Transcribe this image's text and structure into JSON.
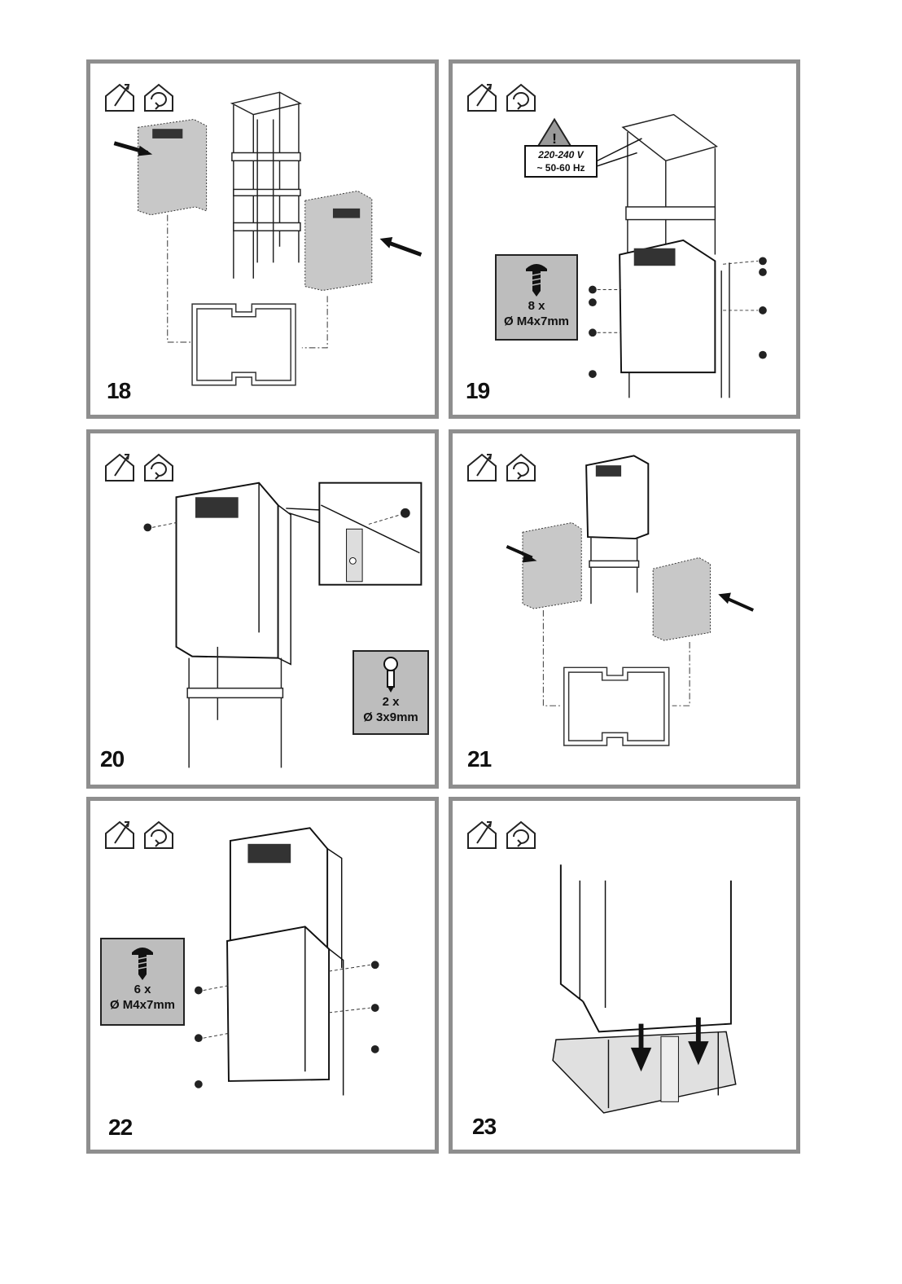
{
  "panels": [
    {
      "step": "18"
    },
    {
      "step": "19",
      "screws": {
        "qty": "8 x",
        "size": "Ø M4x7mm"
      },
      "warning": {
        "voltage": "220-240 V",
        "frequency": "~ 50-60 Hz"
      }
    },
    {
      "step": "20",
      "screws": {
        "qty": "2 x",
        "size": "Ø 3x9mm"
      }
    },
    {
      "step": "21"
    },
    {
      "step": "22",
      "screws": {
        "qty": "6 x",
        "size": "Ø M4x7mm"
      }
    },
    {
      "step": "23"
    }
  ],
  "icons": [
    "ducted-extraction-icon",
    "recirculation-icon",
    "screw-icon",
    "warning-triangle-icon",
    "arrow-icon"
  ],
  "colors": {
    "frame": "#8e8e8e",
    "panel_fill": "#c8c8c8",
    "label_box": "#bdbdbd"
  }
}
